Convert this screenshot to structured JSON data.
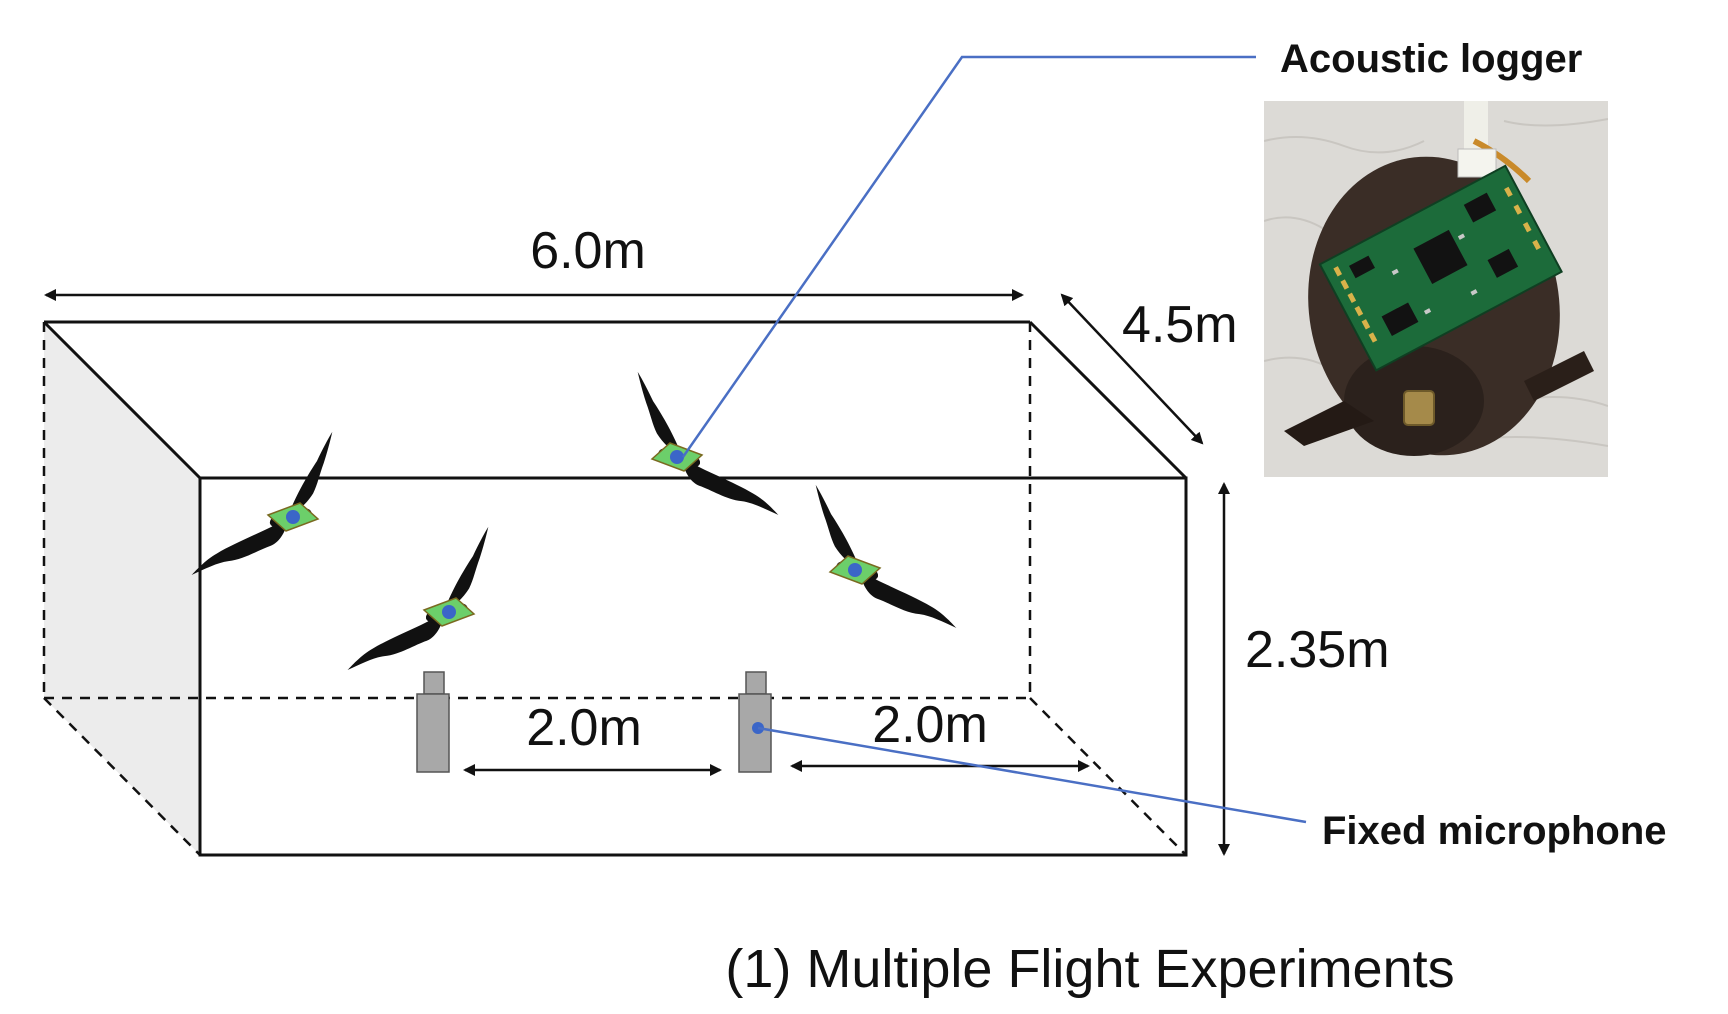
{
  "labels": {
    "width_dim": "6.0m",
    "depth_dim": "4.5m",
    "height_dim": "2.35m",
    "spacing_dim_left": "2.0m",
    "spacing_dim_right": "2.0m",
    "callout_logger": "Acoustic logger",
    "callout_mic": "Fixed microphone",
    "caption": "(1) Multiple Flight Experiments"
  },
  "colors": {
    "leader_line": "#4a6fc4",
    "logger_patch": "#6ccf6a",
    "logger_dot": "#3b66c8",
    "bat": "#111111",
    "microphone": "#a8a8a8",
    "left_wall": "#ececec"
  },
  "icons": {
    "bat": "bat-silhouette-icon",
    "microphone": "microphone-icon",
    "photo": "acoustic-logger-photo"
  }
}
